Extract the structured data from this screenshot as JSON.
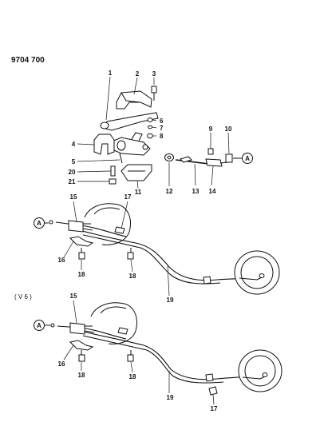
{
  "diagram_code": "9704 700",
  "variant_label": "( V 6 )",
  "connector_symbol": "A",
  "callouts": {
    "c1": "1",
    "c2": "2",
    "c3": "3",
    "c4": "4",
    "c5": "5",
    "c6": "6",
    "c7": "7",
    "c8": "8",
    "c9": "9",
    "c10": "10",
    "c11": "11",
    "c12": "12",
    "c13": "13",
    "c14": "14",
    "c15": "15",
    "c16": "16",
    "c17": "17",
    "c18": "18",
    "c19": "19",
    "c20": "20",
    "c21": "21"
  }
}
